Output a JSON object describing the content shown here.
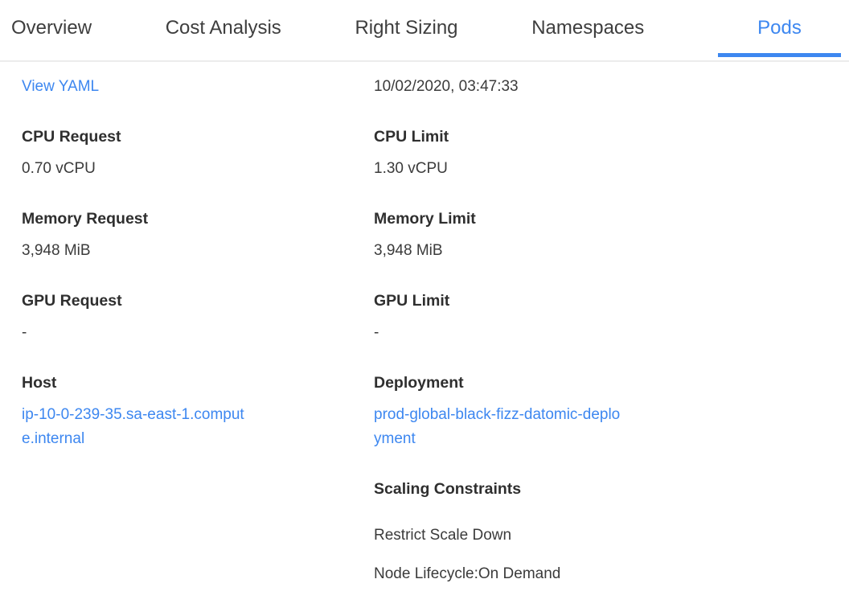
{
  "tabs": {
    "items": [
      {
        "label": "Overview",
        "active": false
      },
      {
        "label": "Cost Analysis",
        "active": false
      },
      {
        "label": "Right Sizing",
        "active": false
      },
      {
        "label": "Namespaces",
        "active": false
      },
      {
        "label": "Pods",
        "active": true
      }
    ]
  },
  "detail": {
    "view_yaml_label": "View YAML",
    "timestamp": "10/02/2020, 03:47:33",
    "left_fields": [
      {
        "label": "CPU Request",
        "value": "0.70 vCPU"
      },
      {
        "label": "Memory Request",
        "value": "3,948 MiB"
      },
      {
        "label": "GPU Request",
        "value": "-"
      },
      {
        "label": "Host",
        "value": "ip-10-0-239-35.sa-east-1.compute.internal"
      }
    ],
    "right_fields": [
      {
        "label": "CPU Limit",
        "value": "1.30 vCPU"
      },
      {
        "label": "Memory Limit",
        "value": "3,948 MiB"
      },
      {
        "label": "GPU Limit",
        "value": "-"
      },
      {
        "label": "Deployment",
        "value": "prod-global-black-fizz-datomic-deployment"
      }
    ],
    "scaling": {
      "label": "Scaling Constraints",
      "items": [
        "Restrict Scale Down",
        "Node Lifecycle:On Demand"
      ]
    }
  },
  "colors": {
    "accent_blue": "#3d87f0",
    "tab_inactive_text": "#3e3e3e",
    "label_text": "#2f2f2f",
    "value_text": "#3b3b3b",
    "divider": "#ececec"
  }
}
